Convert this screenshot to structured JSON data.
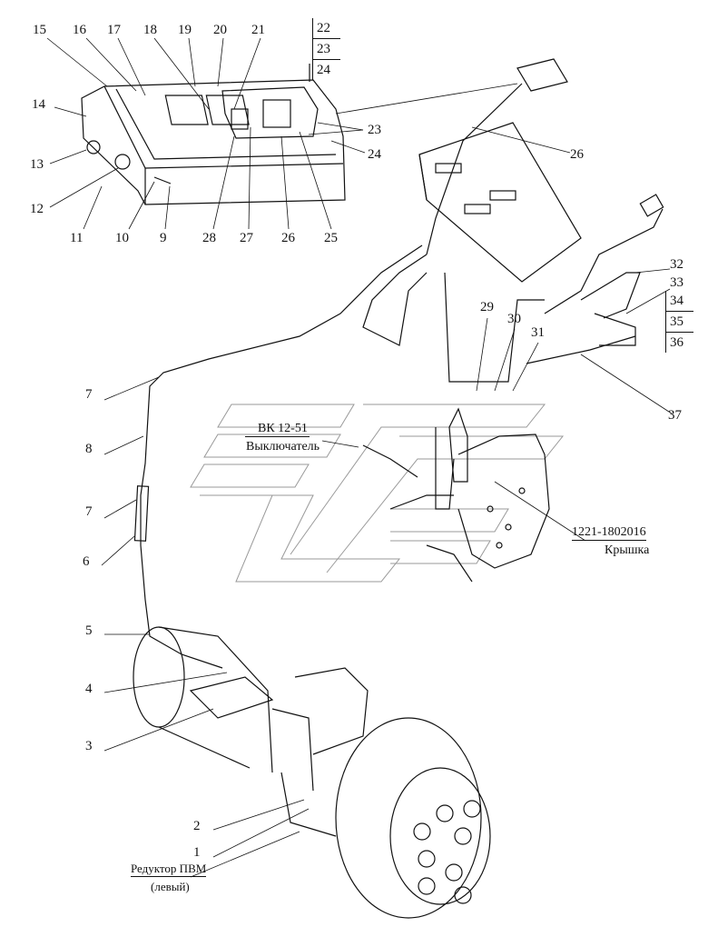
{
  "callouts": {
    "top_row": [
      "15",
      "16",
      "17",
      "18",
      "19",
      "20",
      "21"
    ],
    "stack_top": [
      "22",
      "23",
      "24"
    ],
    "panel_left": [
      "14",
      "13",
      "12"
    ],
    "panel_bottom": [
      "11",
      "10",
      "9",
      "28",
      "27",
      "26",
      "25"
    ],
    "panel_right": [
      "23",
      "24"
    ],
    "console": "26",
    "right": [
      "32",
      "33"
    ],
    "stack_right": [
      "34",
      "35",
      "36"
    ],
    "right_bottom": "37",
    "mid": [
      "29",
      "30",
      "31"
    ],
    "left_column": [
      "7",
      "8",
      "7",
      "6",
      "5",
      "4",
      "3"
    ],
    "bottom": [
      "2",
      "1"
    ]
  },
  "captions": {
    "switch_code": "ВК 12-51",
    "switch_name": "Выключатель",
    "cover_code": "1221-1802016",
    "cover_name": "Крышка",
    "reducer_name": "Редуктор ПВМ",
    "reducer_side": "(левый)"
  }
}
